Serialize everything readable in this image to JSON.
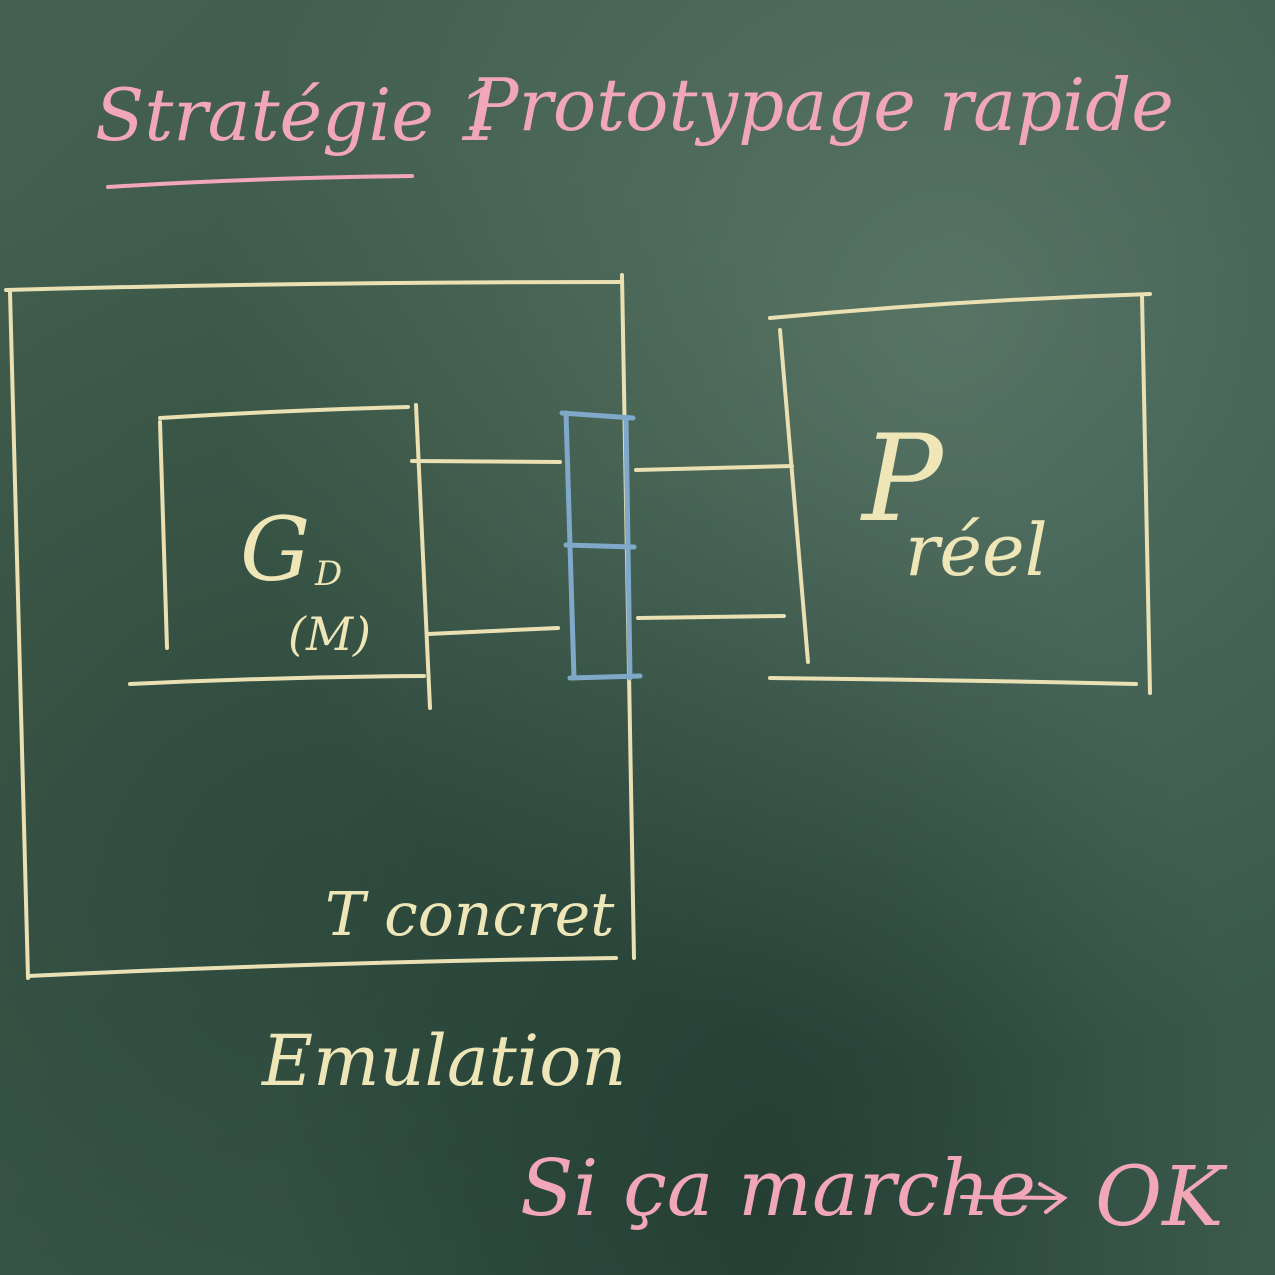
{
  "title": {
    "prefix": "Stratégie 1",
    "subject": "Prototypage rapide"
  },
  "emulation_box": {
    "caption": "Emulation",
    "inner_label": "T concret"
  },
  "controller_box": {
    "symbol": "G",
    "subscript": "D",
    "note": "(M)"
  },
  "plant_box": {
    "symbol": "P",
    "subscript": "réel"
  },
  "footer": {
    "condition": "Si ça marche",
    "arrow": "→",
    "result": "OK"
  },
  "colors": {
    "board": "#3c5a4a",
    "chalk_yellow": "#efe6b8",
    "chalk_pink": "#f2a7b8",
    "chalk_blue": "#7fa8c9"
  }
}
